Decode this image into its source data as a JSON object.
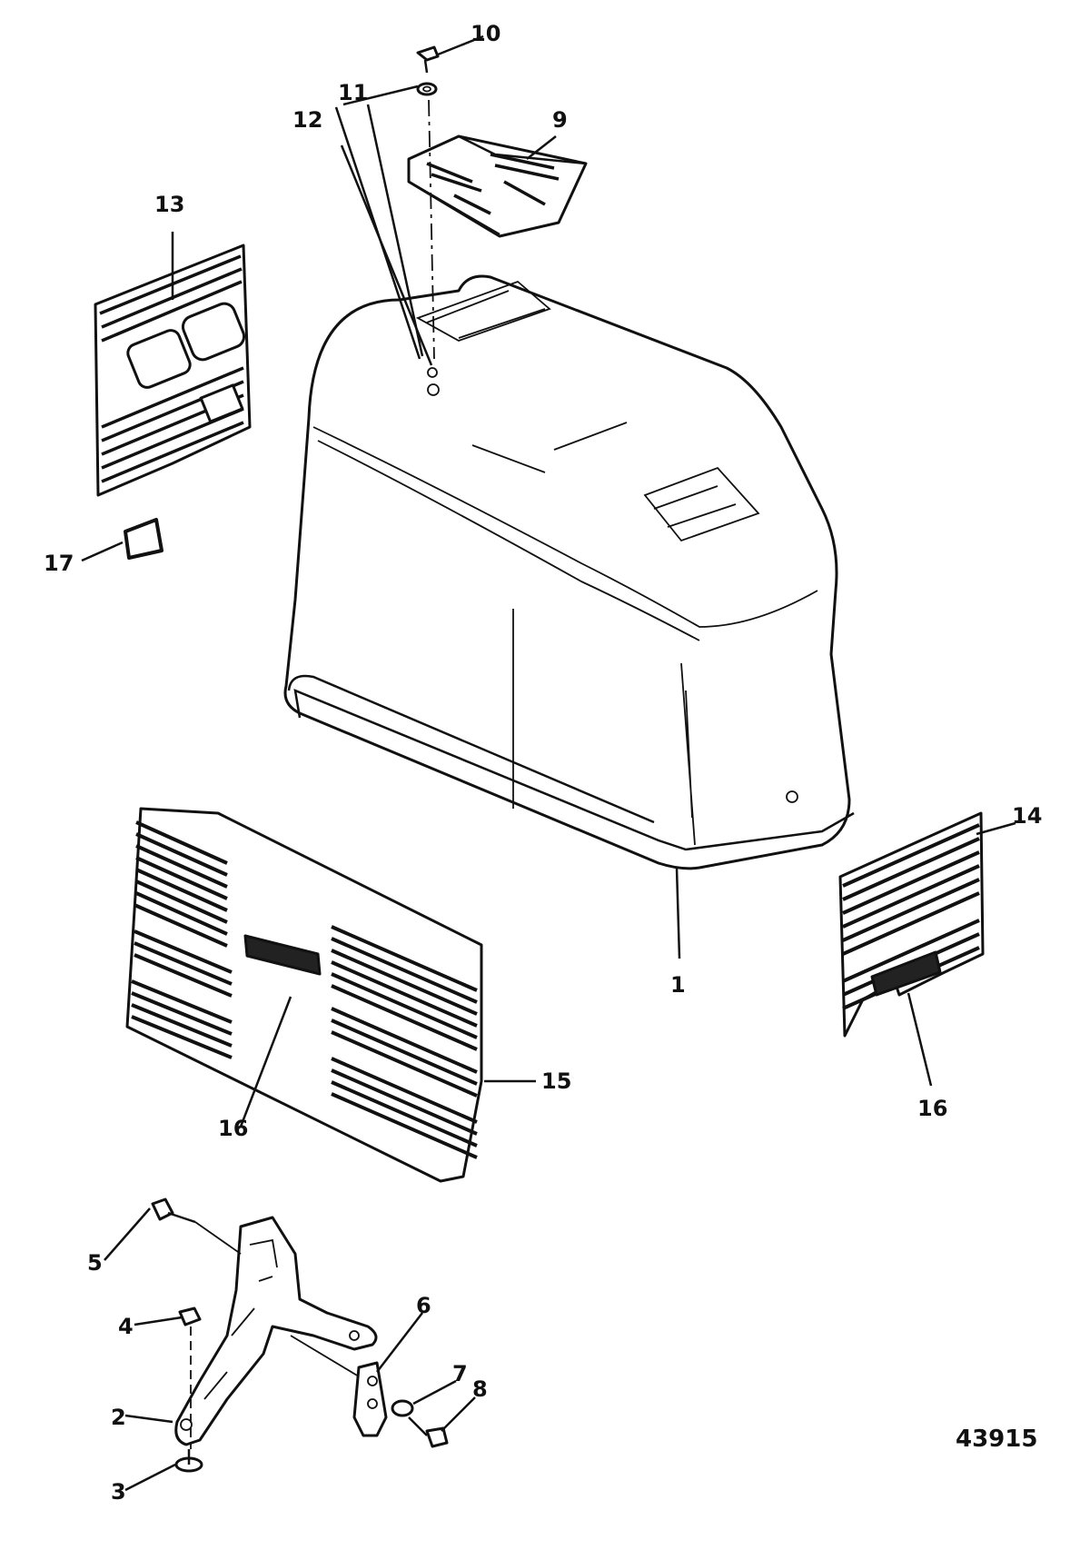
{
  "figure_number": "43915",
  "callouts": {
    "c1": "1",
    "c2": "2",
    "c3": "3",
    "c4": "4",
    "c5": "5",
    "c6": "6",
    "c7": "7",
    "c8": "8",
    "c9": "9",
    "c10": "10",
    "c11": "11",
    "c12": "12",
    "c13": "13",
    "c14": "14",
    "c15": "15",
    "c16a": "16",
    "c16b": "16",
    "c17": "17"
  }
}
